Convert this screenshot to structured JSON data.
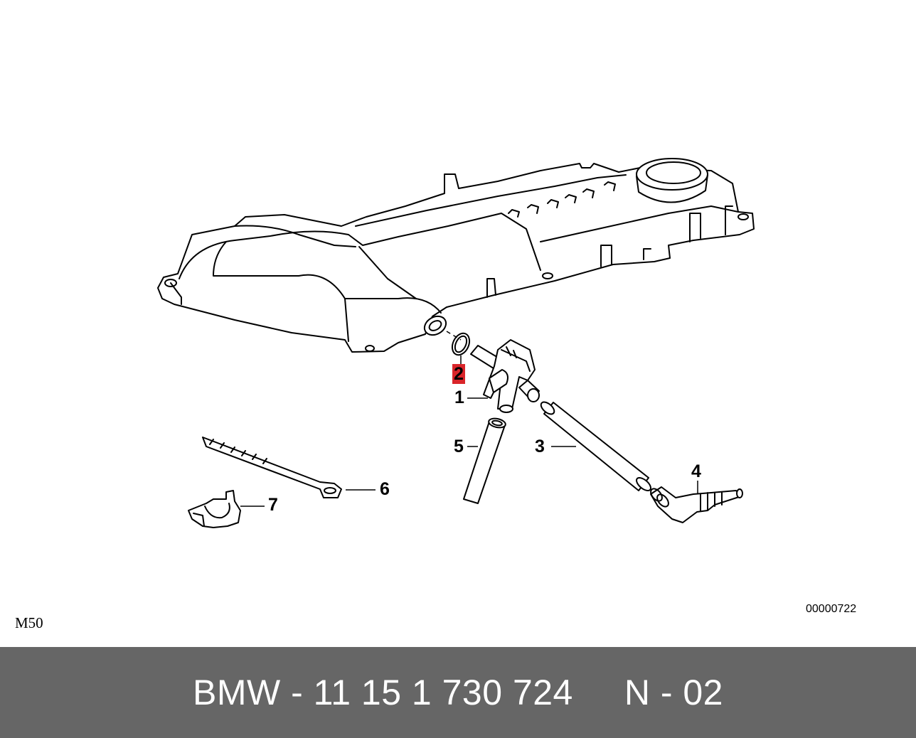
{
  "diagram": {
    "engine_code": "M50",
    "diagram_id": "00000722",
    "callouts": [
      {
        "id": "1",
        "label": "1"
      },
      {
        "id": "2",
        "label": "2",
        "highlighted": true
      },
      {
        "id": "3",
        "label": "3"
      },
      {
        "id": "4",
        "label": "4"
      },
      {
        "id": "5",
        "label": "5"
      },
      {
        "id": "6",
        "label": "6"
      },
      {
        "id": "7",
        "label": "7"
      }
    ],
    "highlight_color": "#d9252a"
  },
  "footer": {
    "text": "BMW - 11 15 1 730 724     N - 02",
    "background_color": "#666666"
  }
}
